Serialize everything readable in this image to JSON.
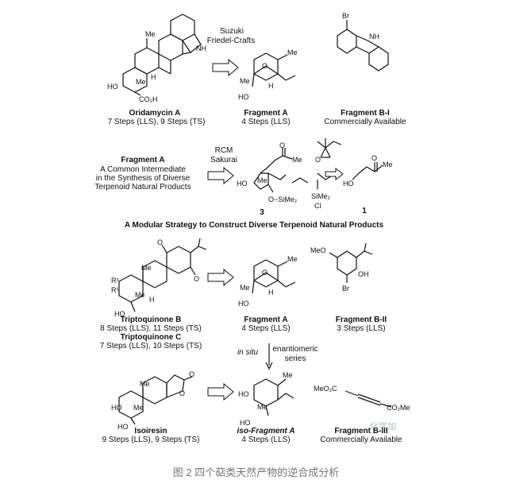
{
  "row1": {
    "oridamycin_name": "Oridamycin A",
    "oridamycin_steps": "7 Steps (LLS), 9 Steps (TS)",
    "arrow_label_1": "Suzuki",
    "arrow_label_2": "Friedel-Crafts",
    "fragA_name": "Fragment A",
    "fragA_steps": "4 Steps (LLS)",
    "fragB1_name": "Fragment B-I",
    "fragB1_avail": "Commercially Available",
    "atoms": {
      "NH": "NH",
      "Me": "Me",
      "H": "H",
      "HO": "HO",
      "CO2H": "CO₂H",
      "O": "O",
      "Br": "Br"
    }
  },
  "row2": {
    "fragA_title": "Fragment A",
    "desc1": "A Common Intermediate",
    "desc2": "in the Synthesis of Diverse",
    "desc3": "Terpenoid Natural Products",
    "arrow_label_1": "RCM",
    "arrow_label_2": "Sakurai",
    "compound3": "3",
    "compound1": "1",
    "atoms": {
      "HO": "HO",
      "Me": "Me",
      "O": "O",
      "OSiMe2": "O−SiMe₂",
      "SiMe2": "SiMe₂",
      "Cl": "Cl"
    }
  },
  "heading": "A Modular Strategy to Construct Diverse Terpenoid Natural Products",
  "row3": {
    "tripB_name": "Triptoquinone B",
    "tripB_steps": "8 Steps (LLS), 11 Steps (TS)",
    "tripC_name": "Triptoquinone C",
    "tripC_steps": "7 Steps (LLS), 10 Steps (TS)",
    "fragA_name": "Fragment A",
    "fragA_steps": "4 Steps (LLS)",
    "fragB2_name": "Fragment B-II",
    "fragB2_steps": "3 Steps (LLS)",
    "in_situ": "in situ",
    "enantio_1": "enantiomeric",
    "enantio_2": "series",
    "atoms": {
      "R2": "R²",
      "R1": "R¹",
      "HO": "HO",
      "Me": "Me",
      "H": "H",
      "O": "O",
      "MeO": "MeO",
      "OH": "OH",
      "Br": "Br"
    }
  },
  "row4": {
    "isoiresin_name": "Isoiresin",
    "isoiresin_steps": "9 Steps (LLS), 9 Steps (TS)",
    "isofragA_name": "iso-Fragment A",
    "isofragA_steps": "4 Steps (LLS)",
    "fragB3_name": "Fragment B-III",
    "fragB3_avail": "Commercially Available",
    "atoms": {
      "HO": "HO",
      "Me": "Me",
      "O": "O",
      "MeO2C": "MeO₂C",
      "CO2Me": "CO₂Me"
    }
  },
  "caption": "图 2 四个萜类天然产物的逆合成分析",
  "watermark": "化学加"
}
